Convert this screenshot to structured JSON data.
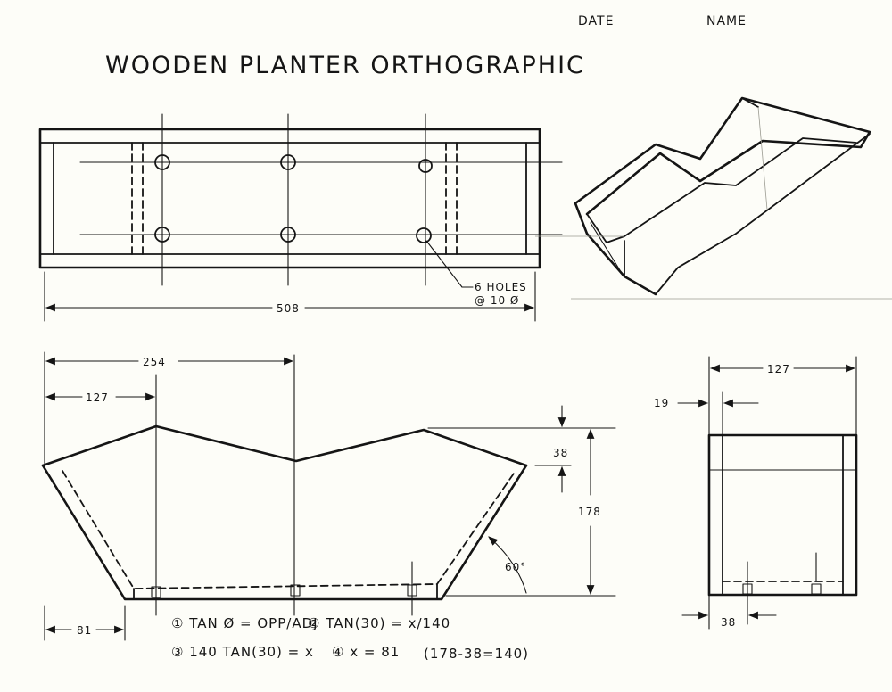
{
  "header": {
    "date_label": "DATE",
    "name_label": "NAME",
    "title": "WOODEN PLANTER   ORTHOGRAPHIC"
  },
  "top_view": {
    "overall_length": "508",
    "hole_note_line1": "6 HOLES",
    "hole_note_line2": "@ 10 Ø"
  },
  "front_view": {
    "dim_254": "254",
    "dim_127": "127",
    "dim_38": "38",
    "dim_178": "178",
    "angle": "60°",
    "dim_81": "81"
  },
  "side_view": {
    "dim_127": "127",
    "dim_19": "19",
    "dim_38": "38"
  },
  "calculations": {
    "step1": "① TAN Ø = OPP/ADJ",
    "step2": "② TAN(30) = x/140",
    "step3": "③ 140 TAN(30) = x",
    "step4": "④ x = 81",
    "note": "(178-38=140)"
  }
}
